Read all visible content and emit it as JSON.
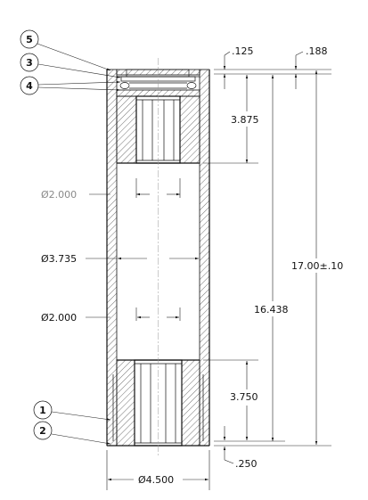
{
  "balloons": [
    "5",
    "3",
    "4",
    "1",
    "2"
  ],
  "dimensions": {
    "top_wall": ".125",
    "top_gap": ".188",
    "upper_insert_length": "3.875",
    "upper_bore_dia": "Ø2.000",
    "middle_dia": "Ø3.735",
    "lower_bore_dia": "Ø2.000",
    "inner_length": "16.438",
    "overall_length": "17.00±.10",
    "lower_insert_length": "3.750",
    "bottom_wall": ".250",
    "outer_dia": "Ø4.500"
  }
}
